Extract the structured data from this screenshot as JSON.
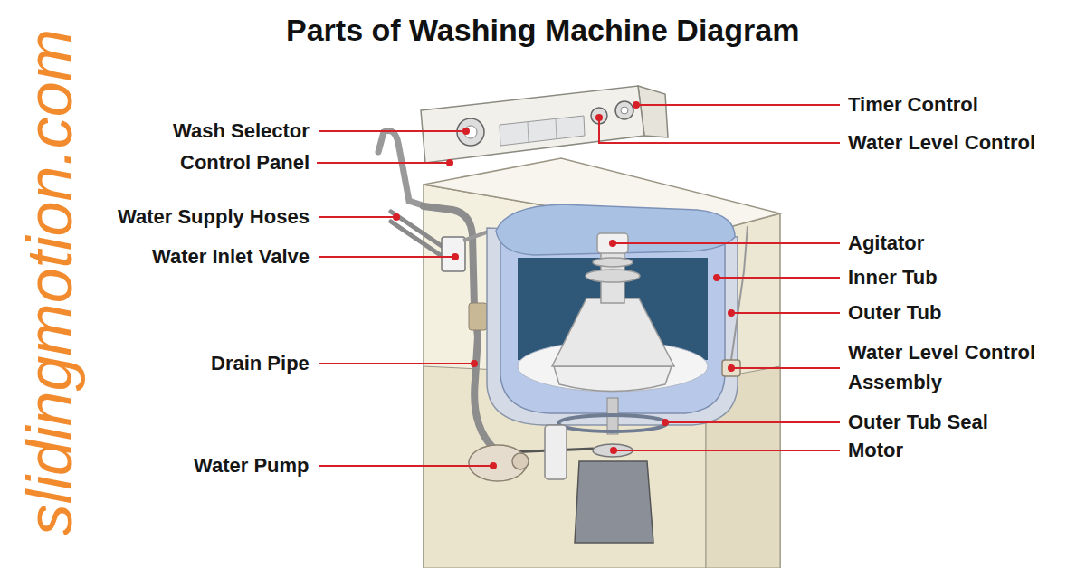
{
  "diagram": {
    "title": "Parts of Washing Machine Diagram",
    "labels": [
      "Wash Selector",
      "Control Panel",
      "Water Supply Hoses",
      "Water Inlet Valve",
      "Drain Pipe",
      "Water Pump",
      "Timer Control",
      "Water Level Control",
      "Agitator",
      "Inner Tub",
      "Outer Tub",
      "Water Level Control Assembly",
      "Outer Tub Seal",
      "Motor",
      "slidingmotion.com"
    ]
  }
}
